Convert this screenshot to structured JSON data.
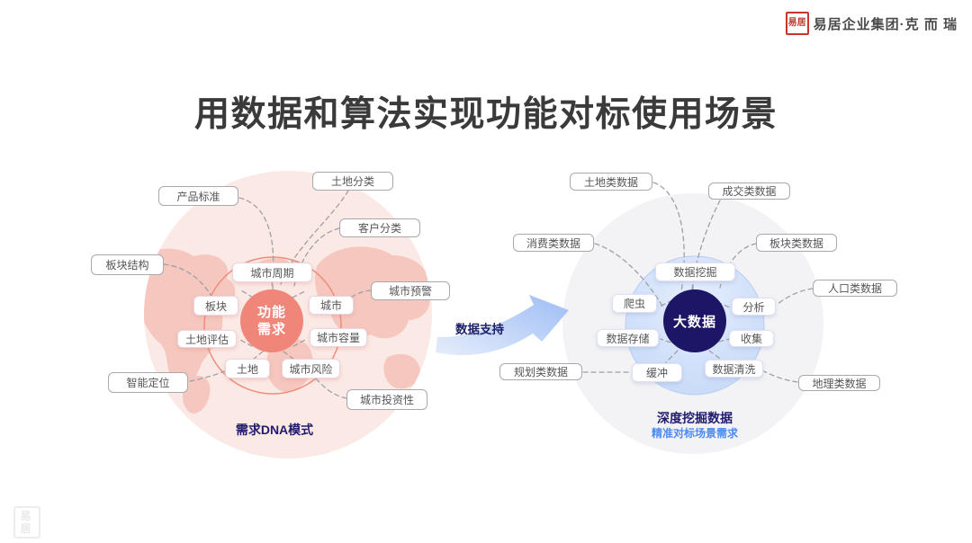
{
  "title": "用数据和算法实现功能对标使用场景",
  "logo": {
    "seal": "易居",
    "company": "易居企业集团·克 而 瑞"
  },
  "watermark": {
    "seal": "易居"
  },
  "arrow": {
    "label": "数据支持"
  },
  "left_cluster": {
    "center": "功能需求",
    "caption": "需求DNA模式",
    "outer_nodes": [
      "产品标准",
      "土地分类",
      "客户分类",
      "板块结构",
      "城市预警",
      "智能定位",
      "城市投资性"
    ],
    "inner_nodes": [
      "城市周期",
      "板块",
      "城市",
      "土地评估",
      "城市容量",
      "土地",
      "城市风险"
    ]
  },
  "right_cluster": {
    "center": "大数据",
    "caption": "深度挖掘数据",
    "subcaption": "精准对标场景需求",
    "outer_nodes": [
      "土地类数据",
      "成交类数据",
      "消费类数据",
      "板块类数据",
      "人口类数据",
      "规划类数据",
      "地理类数据"
    ],
    "inner_nodes": [
      "数据挖掘",
      "爬虫",
      "分析",
      "数据存储",
      "收集",
      "缓冲",
      "数据清洗"
    ]
  },
  "colors": {
    "salmon_center": "#f0857a",
    "pink_bubble": "#fbe9e5",
    "map_pink": "#f5c7be",
    "navy_center": "#1d1666",
    "blue_bubble": "#c9dbf8",
    "gray_bubble": "#f3f3f5",
    "caption_navy": "#201b6e",
    "caption_blue": "#4d8bf0",
    "seal_red": "#c0392b"
  }
}
